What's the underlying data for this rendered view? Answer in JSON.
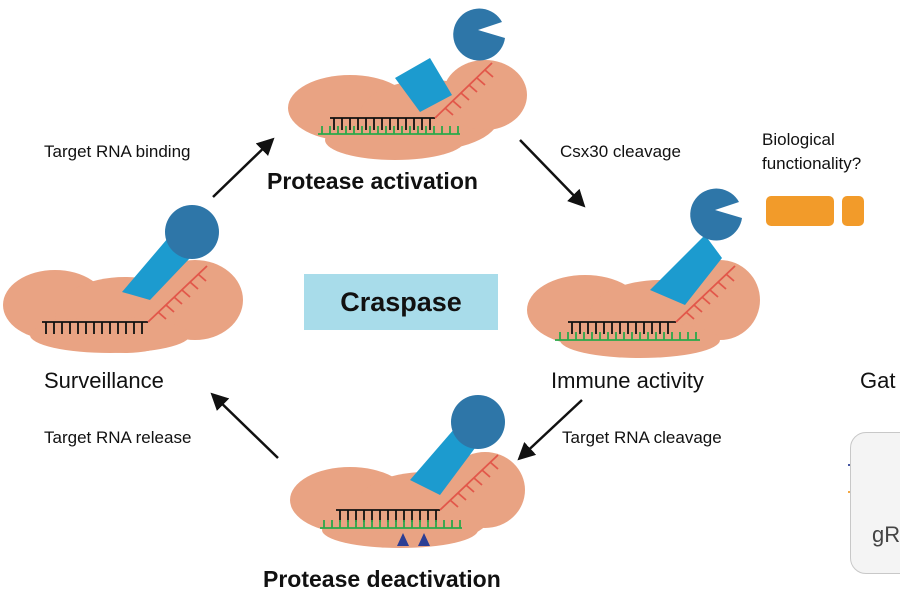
{
  "diagram": {
    "center_label": "Craspase",
    "states": {
      "top": "Protease activation",
      "bottom": "Protease deactivation",
      "left": "Surveillance",
      "right": "Immune activity"
    },
    "transitions": {
      "left_to_top": "Target RNA binding",
      "top_to_right": "Csx30 cleavage",
      "right_to_bottom": "Target RNA cleavage",
      "bottom_to_left": "Target RNA release"
    },
    "side_note": {
      "line1": "Biological",
      "line2": "functionality?"
    },
    "cropped_panel": {
      "label_top": "Gat",
      "label_bottom": "gR"
    },
    "colors": {
      "protein": "#e9a383",
      "linker": "#1c9bcf",
      "head": "#2e76a8",
      "crrna": "#111111",
      "target_rna": "#e2574a",
      "target_strand": "#2aa84a",
      "fragment": "#f29b2a",
      "cleavage_mark": "#2c3e94",
      "box_fill": "#a8dcea"
    }
  }
}
